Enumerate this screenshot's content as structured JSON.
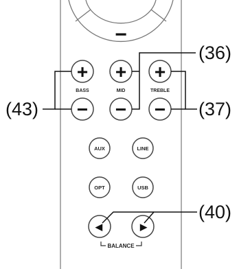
{
  "remote": {
    "nav_minus_glyph": "−",
    "bass": {
      "label": "BASS",
      "plus": "+",
      "minus": "−"
    },
    "mid": {
      "label": "MID",
      "plus": "+",
      "minus": "−"
    },
    "treble": {
      "label": "TREBLE",
      "plus": "+",
      "minus": "−"
    },
    "aux_label": "AUX",
    "line_label": "LINE",
    "opt_label": "OPT",
    "usb_label": "USB",
    "balance": {
      "label": "BALANCE",
      "left": "◀",
      "right": "▶"
    }
  },
  "callouts": {
    "c36": "(36)",
    "c37": "(37)",
    "c43": "(43)",
    "c40": "(40)"
  }
}
